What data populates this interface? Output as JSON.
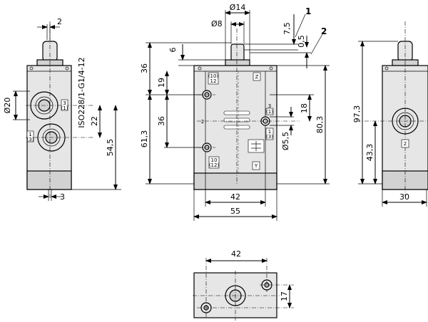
{
  "dimensions": {
    "stem_width": "2",
    "stem_diameter": "Ø14",
    "pin_diameter": "Ø8",
    "stroke": "7,5",
    "overtravel": "0,5",
    "cap_height": "6",
    "top_section": "36",
    "first_port_offset": "19",
    "port_pitch": "36",
    "total_to_port": "61,3",
    "body_height": "80,3",
    "port_spacing_18": "18",
    "mount_hole": "Ø5,5",
    "width_inner": "42",
    "width_outer": "55",
    "port_diameter": "Ø20",
    "port_22": "22",
    "port_54": "54,5",
    "side_offset": "3",
    "total_height": "97,3",
    "side_port_height": "43,3",
    "side_width": "30",
    "bottom_width": "42",
    "bottom_hole_spacing": "17"
  },
  "thread_label": "ISO228/1-G1/4-12",
  "callouts": [
    "1",
    "2"
  ],
  "port_labels": {
    "left_port_upper": [
      "3",
      "(1)"
    ],
    "left_port_lower": [
      "1",
      "(3)"
    ],
    "front_top_left": [
      "(10)",
      "12"
    ],
    "front_top_right": "Z",
    "front_right_upper": [
      "3",
      "(1)"
    ],
    "front_right_lower": [
      "1",
      "(3)"
    ],
    "front_middle": "2",
    "front_bottom_left": [
      "10",
      "(12)"
    ],
    "front_bottom_right": "Y",
    "side_port": "2"
  }
}
